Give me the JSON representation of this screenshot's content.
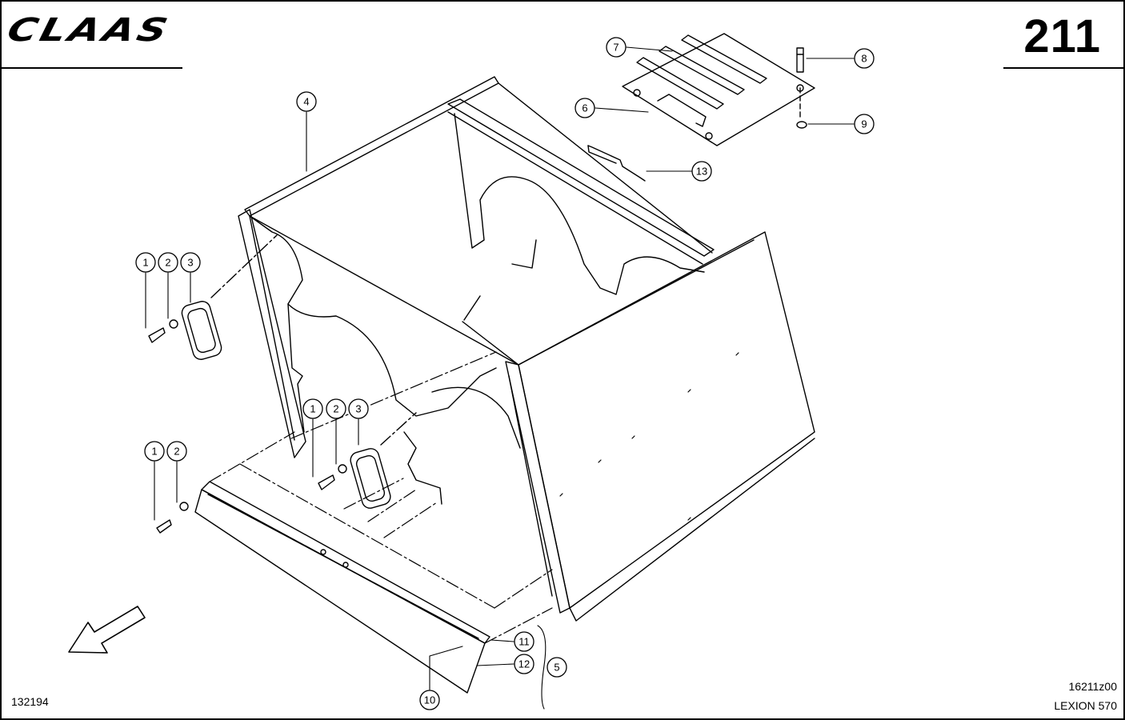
{
  "header": {
    "brand": "CLAAS",
    "page_number": "211"
  },
  "footer": {
    "drawing_id": "132194",
    "figure_code": "16211z00",
    "model": "LEXION 570"
  },
  "callouts": [
    {
      "id": "c7a",
      "label": "7"
    },
    {
      "id": "c8a",
      "label": "8"
    },
    {
      "id": "c4a",
      "label": "4"
    },
    {
      "id": "c6a",
      "label": "6"
    },
    {
      "id": "c9a",
      "label": "9"
    },
    {
      "id": "c13a",
      "label": "13"
    },
    {
      "id": "c1a",
      "label": "1"
    },
    {
      "id": "c2a",
      "label": "2"
    },
    {
      "id": "c3a",
      "label": "3"
    },
    {
      "id": "c1b",
      "label": "1"
    },
    {
      "id": "c2b",
      "label": "2"
    },
    {
      "id": "c3b",
      "label": "3"
    },
    {
      "id": "c1c",
      "label": "1"
    },
    {
      "id": "c2c",
      "label": "2"
    },
    {
      "id": "c11a",
      "label": "11"
    },
    {
      "id": "c12a",
      "label": "12"
    },
    {
      "id": "c5a",
      "label": "5"
    },
    {
      "id": "c10a",
      "label": "10"
    }
  ]
}
